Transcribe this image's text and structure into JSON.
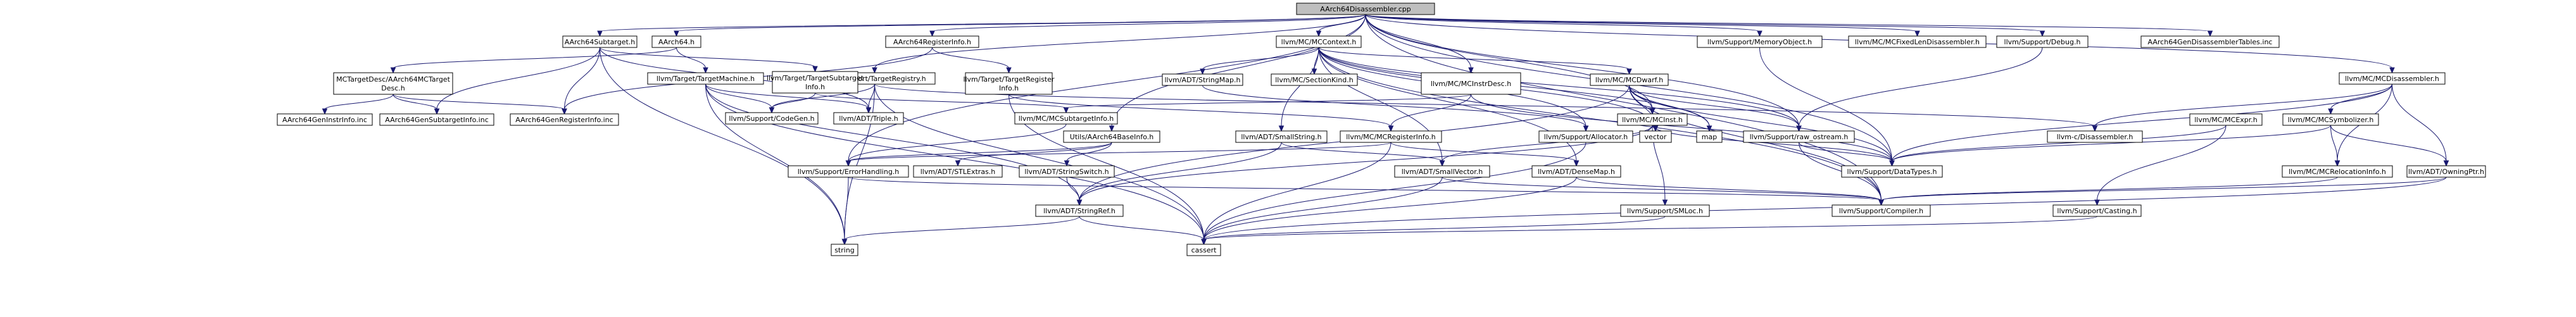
{
  "graph": {
    "nodes": [
      {
        "id": "root",
        "lines": [
          "AArch64Disassembler.cpp"
        ],
        "kind": "root"
      },
      {
        "id": "st",
        "lines": [
          "AArch64Subtarget.h"
        ],
        "kind": "normal"
      },
      {
        "id": "ah",
        "lines": [
          "AArch64.h"
        ],
        "kind": "normal"
      },
      {
        "id": "ari",
        "lines": [
          "AArch64RegisterInfo.h"
        ],
        "kind": "normal"
      },
      {
        "id": "tr",
        "lines": [
          "llvm/Support/TargetRegistry.h"
        ],
        "kind": "normal"
      },
      {
        "id": "ctx",
        "lines": [
          "llvm/MC/MCContext.h"
        ],
        "kind": "normal"
      },
      {
        "id": "mid",
        "lines": [
          "llvm/MC/MCInstrDesc.h"
        ],
        "kind": "normal"
      },
      {
        "id": "mo",
        "lines": [
          "llvm/Support/MemoryObject.h"
        ],
        "kind": "normal"
      },
      {
        "id": "fld",
        "lines": [
          "llvm/MC/MCFixedLenDisassembler.h"
        ],
        "kind": "normal"
      },
      {
        "id": "dbg",
        "lines": [
          "llvm/Support/Debug.h"
        ],
        "kind": "normal"
      },
      {
        "id": "gdt",
        "lines": [
          "AArch64GenDisassemblerTables.inc"
        ],
        "kind": "leaf"
      },
      {
        "id": "mcd",
        "lines": [
          "llvm/MC/MCDisassembler.h"
        ],
        "kind": "normal"
      },
      {
        "id": "mctd",
        "lines": [
          "MCTargetDesc/AArch64MCTarget",
          "Desc.h"
        ],
        "kind": "normal"
      },
      {
        "id": "ttsi",
        "lines": [
          "llvm/Target/TargetSubtarget",
          "Info.h"
        ],
        "kind": "normal"
      },
      {
        "id": "ttm",
        "lines": [
          "llvm/Target/TargetMachine.h"
        ],
        "kind": "red"
      },
      {
        "id": "ttri",
        "lines": [
          "llvm/Target/TargetRegister",
          "Info.h"
        ],
        "kind": "red"
      },
      {
        "id": "sm",
        "lines": [
          "llvm/ADT/StringMap.h"
        ],
        "kind": "red"
      },
      {
        "id": "sk",
        "lines": [
          "llvm/MC/SectionKind.h"
        ],
        "kind": "normal"
      },
      {
        "id": "dwarf",
        "lines": [
          "llvm/MC/MCDwarf.h"
        ],
        "kind": "red"
      },
      {
        "id": "cg",
        "lines": [
          "llvm/Support/CodeGen.h"
        ],
        "kind": "red"
      },
      {
        "id": "triple",
        "lines": [
          "llvm/ADT/Triple.h"
        ],
        "kind": "red"
      },
      {
        "id": "mcsti",
        "lines": [
          "llvm/MC/MCSubtargetInfo.h"
        ],
        "kind": "red"
      },
      {
        "id": "gii",
        "lines": [
          "AArch64GenInstrInfo.inc"
        ],
        "kind": "leaf"
      },
      {
        "id": "gsi",
        "lines": [
          "AArch64GenSubtargetInfo.inc"
        ],
        "kind": "leaf"
      },
      {
        "id": "gri",
        "lines": [
          "AArch64GenRegisterInfo.inc"
        ],
        "kind": "leaf"
      },
      {
        "id": "util",
        "lines": [
          "Utils/AArch64BaseInfo.h"
        ],
        "kind": "normal"
      },
      {
        "id": "ss",
        "lines": [
          "llvm/ADT/SmallString.h"
        ],
        "kind": "normal"
      },
      {
        "id": "mcri",
        "lines": [
          "llvm/MC/MCRegisterInfo.h"
        ],
        "kind": "normal"
      },
      {
        "id": "alloc",
        "lines": [
          "llvm/Support/Allocator.h"
        ],
        "kind": "red"
      },
      {
        "id": "vec",
        "lines": [
          "vector"
        ],
        "kind": "leaf"
      },
      {
        "id": "mci",
        "lines": [
          "llvm/MC/MCInst.h"
        ],
        "kind": "normal"
      },
      {
        "id": "map",
        "lines": [
          "map"
        ],
        "kind": "leaf"
      },
      {
        "id": "raw",
        "lines": [
          "llvm/Support/raw_ostream.h"
        ],
        "kind": "red"
      },
      {
        "id": "cdis",
        "lines": [
          "llvm-c/Disassembler.h"
        ],
        "kind": "red"
      },
      {
        "id": "mcexpr",
        "lines": [
          "llvm/MC/MCExpr.h"
        ],
        "kind": "normal"
      },
      {
        "id": "mcsym",
        "lines": [
          "llvm/MC/MCSymbolizer.h"
        ],
        "kind": "normal"
      },
      {
        "id": "eh",
        "lines": [
          "llvm/Support/ErrorHandling.h"
        ],
        "kind": "normal"
      },
      {
        "id": "stl",
        "lines": [
          "llvm/ADT/STLExtras.h"
        ],
        "kind": "red"
      },
      {
        "id": "sw",
        "lines": [
          "llvm/ADT/StringSwitch.h"
        ],
        "kind": "red"
      },
      {
        "id": "sv",
        "lines": [
          "llvm/ADT/SmallVector.h"
        ],
        "kind": "red"
      },
      {
        "id": "dm",
        "lines": [
          "llvm/ADT/DenseMap.h"
        ],
        "kind": "red"
      },
      {
        "id": "dt",
        "lines": [
          "llvm/Support/DataTypes.h"
        ],
        "kind": "normal"
      },
      {
        "id": "mcrel",
        "lines": [
          "llvm/MC/MCRelocationInfo.h"
        ],
        "kind": "normal"
      },
      {
        "id": "op",
        "lines": [
          "llvm/ADT/OwningPtr.h"
        ],
        "kind": "red"
      },
      {
        "id": "sr",
        "lines": [
          "llvm/ADT/StringRef.h"
        ],
        "kind": "red"
      },
      {
        "id": "smloc",
        "lines": [
          "llvm/Support/SMLoc.h"
        ],
        "kind": "normal"
      },
      {
        "id": "comp",
        "lines": [
          "llvm/Support/Compiler.h"
        ],
        "kind": "red"
      },
      {
        "id": "cast",
        "lines": [
          "llvm/Support/Casting.h"
        ],
        "kind": "red"
      },
      {
        "id": "string",
        "lines": [
          "string"
        ],
        "kind": "leaf"
      },
      {
        "id": "cassert",
        "lines": [
          "cassert"
        ],
        "kind": "leaf"
      }
    ],
    "edges": [
      [
        "root",
        "st"
      ],
      [
        "root",
        "ah"
      ],
      [
        "root",
        "ari"
      ],
      [
        "root",
        "tr"
      ],
      [
        "root",
        "ctx"
      ],
      [
        "root",
        "mid"
      ],
      [
        "root",
        "mo"
      ],
      [
        "root",
        "fld"
      ],
      [
        "root",
        "dbg"
      ],
      [
        "root",
        "gdt"
      ],
      [
        "root",
        "mcd"
      ],
      [
        "root",
        "mci"
      ],
      [
        "root",
        "eh"
      ],
      [
        "root",
        "util"
      ],
      [
        "root",
        "raw"
      ],
      [
        "root",
        "dt"
      ],
      [
        "root",
        "comp"
      ],
      [
        "st",
        "gsi"
      ],
      [
        "st",
        "gri"
      ],
      [
        "st",
        "ttsi"
      ],
      [
        "st",
        "string"
      ],
      [
        "st",
        "triple"
      ],
      [
        "ah",
        "mctd"
      ],
      [
        "ah",
        "ttm"
      ],
      [
        "mctd",
        "gii"
      ],
      [
        "mctd",
        "gsi"
      ],
      [
        "mctd",
        "gri"
      ],
      [
        "ari",
        "ttri"
      ],
      [
        "ari",
        "gri"
      ],
      [
        "ttsi",
        "mcsti"
      ],
      [
        "ttsi",
        "cg"
      ],
      [
        "ttm",
        "cg"
      ],
      [
        "ttm",
        "sr"
      ],
      [
        "ttm",
        "string"
      ],
      [
        "ttm",
        "cassert"
      ],
      [
        "ttm",
        "triple"
      ],
      [
        "ttri",
        "mcri"
      ],
      [
        "ttri",
        "cassert"
      ],
      [
        "tr",
        "cg"
      ],
      [
        "tr",
        "triple"
      ],
      [
        "tr",
        "string"
      ],
      [
        "tr",
        "cassert"
      ],
      [
        "tr",
        "cdis"
      ],
      [
        "ctx",
        "sm"
      ],
      [
        "ctx",
        "sk"
      ],
      [
        "ctx",
        "dwarf"
      ],
      [
        "ctx",
        "ss"
      ],
      [
        "ctx",
        "alloc"
      ],
      [
        "ctx",
        "sv"
      ],
      [
        "ctx",
        "dm"
      ],
      [
        "ctx",
        "comp"
      ],
      [
        "ctx",
        "raw"
      ],
      [
        "ctx",
        "vec"
      ],
      [
        "ctx",
        "map"
      ],
      [
        "sm",
        "alloc"
      ],
      [
        "mid",
        "mcri"
      ],
      [
        "mid",
        "dt"
      ],
      [
        "mid",
        "mcsti"
      ],
      [
        "dwarf",
        "sr"
      ],
      [
        "dwarf",
        "mci"
      ],
      [
        "dwarf",
        "raw"
      ],
      [
        "dwarf",
        "vec"
      ],
      [
        "dwarf",
        "map"
      ],
      [
        "dwarf",
        "comp"
      ],
      [
        "dwarf",
        "dt"
      ],
      [
        "mcsti",
        "eh"
      ],
      [
        "util",
        "eh"
      ],
      [
        "util",
        "stl"
      ],
      [
        "util",
        "sw"
      ],
      [
        "ss",
        "sv"
      ],
      [
        "ss",
        "sr"
      ],
      [
        "mcri",
        "eh"
      ],
      [
        "mcri",
        "dm"
      ],
      [
        "mcri",
        "cassert"
      ],
      [
        "alloc",
        "cassert"
      ],
      [
        "mci",
        "sr"
      ],
      [
        "mci",
        "sv"
      ],
      [
        "mci",
        "dt"
      ],
      [
        "mci",
        "smloc"
      ],
      [
        "raw",
        "comp"
      ],
      [
        "raw",
        "dt"
      ],
      [
        "mcd",
        "cdis"
      ],
      [
        "mcd",
        "mcsym"
      ],
      [
        "mcd",
        "op"
      ],
      [
        "mcd",
        "mcrel"
      ],
      [
        "mcd",
        "dt"
      ],
      [
        "mcexpr",
        "dt"
      ],
      [
        "mcexpr",
        "cast"
      ],
      [
        "mcsym",
        "mcrel"
      ],
      [
        "mcsym",
        "op"
      ],
      [
        "mcsym",
        "dt"
      ],
      [
        "mo",
        "dt"
      ],
      [
        "dbg",
        "raw"
      ],
      [
        "eh",
        "comp"
      ],
      [
        "eh",
        "string"
      ],
      [
        "sw",
        "sr"
      ],
      [
        "sv",
        "comp"
      ],
      [
        "sv",
        "cassert"
      ],
      [
        "dm",
        "comp"
      ],
      [
        "dm",
        "cassert"
      ],
      [
        "op",
        "comp"
      ],
      [
        "op",
        "cassert"
      ],
      [
        "mcrel",
        "comp"
      ],
      [
        "sr",
        "string"
      ],
      [
        "sr",
        "cassert"
      ],
      [
        "smloc",
        "cassert"
      ],
      [
        "cast",
        "cassert"
      ]
    ]
  },
  "colors": {
    "edge": "#191970",
    "root_fill": "#bfbfbf",
    "node_fill": "#ffffff",
    "red_border": "#ff0000",
    "leaf_border": "#bfbfbf",
    "normal_border": "#000000"
  }
}
